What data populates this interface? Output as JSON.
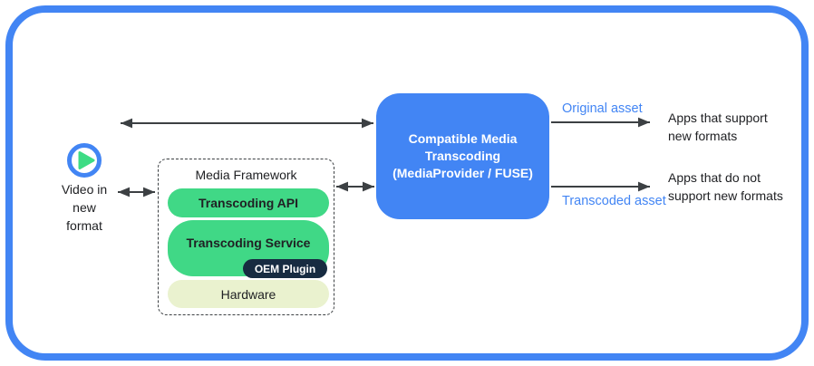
{
  "source": {
    "icon": "play-icon",
    "label": "Video in\nnew\nformat"
  },
  "media_framework": {
    "title": "Media Framework",
    "layers": [
      {
        "label": "Transcoding API"
      },
      {
        "label": "Transcoding Service",
        "sub": "OEM Plugin"
      },
      {
        "label": "Hardware"
      }
    ]
  },
  "transcoder": {
    "title": "Compatible Media\nTranscoding\n(MediaProvider / FUSE)"
  },
  "outputs": [
    {
      "asset_label": "Original asset",
      "target": "Apps that support\nnew formats"
    },
    {
      "asset_label": "Transcoded asset",
      "target": "Apps that do not\nsupport new formats"
    }
  ],
  "colors": {
    "frame_blue": "#4285f4",
    "transcoder_blue": "#4285f4",
    "layer_green": "#40d886",
    "oem_navy": "#172b41",
    "hardware_pale": "#eaf2cf",
    "asset_label_blue": "#4285f4",
    "arrow_gray": "#3c4043"
  }
}
